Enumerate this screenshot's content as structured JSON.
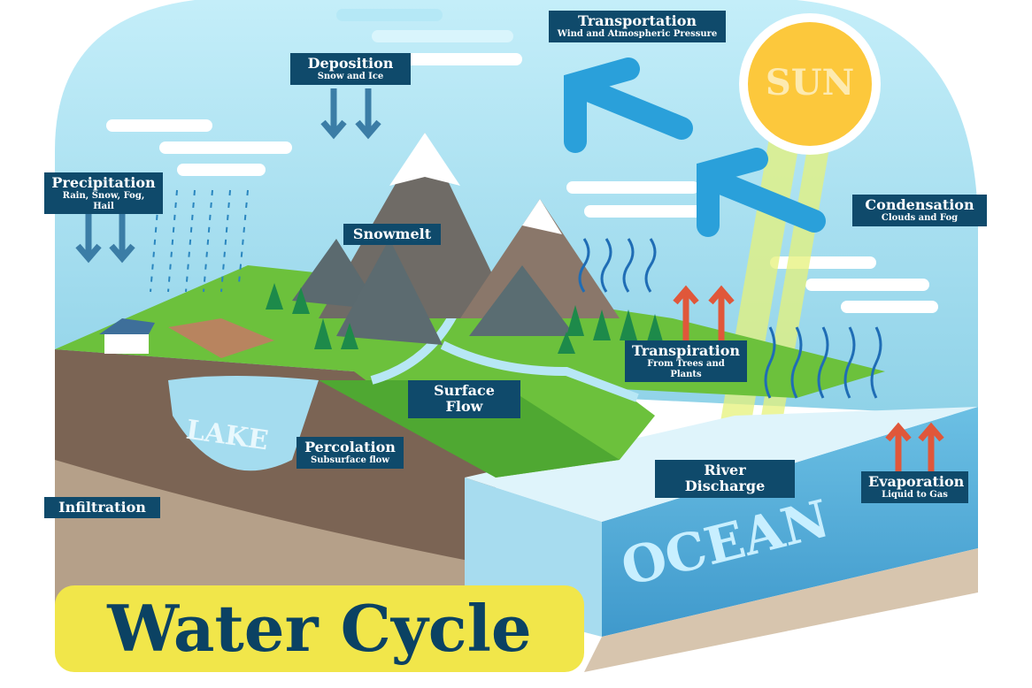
{
  "title": "Water Cycle",
  "sun": "SUN",
  "lake": "LAKE",
  "ocean": "OCEAN",
  "labels": {
    "transportation": {
      "title": "Transportation",
      "sub": "Wind and Atmospheric Pressure"
    },
    "deposition": {
      "title": "Deposition",
      "sub": "Snow and Ice"
    },
    "precipitation": {
      "title": "Precipitation",
      "sub": "Rain, Snow, Fog, Hail"
    },
    "snowmelt": {
      "title": "Snowmelt"
    },
    "condensation": {
      "title": "Condensation",
      "sub": "Clouds and Fog"
    },
    "transpiration": {
      "title": "Transpiration",
      "sub": "From Trees and Plants"
    },
    "surface_flow": {
      "title": "Surface Flow"
    },
    "percolation": {
      "title": "Percolation",
      "sub": "Subsurface flow"
    },
    "river_discharge": {
      "title": "River Discharge"
    },
    "evaporation": {
      "title": "Evaporation",
      "sub": "Liquid to Gas"
    },
    "infiltration": {
      "title": "Infiltration"
    }
  },
  "colors": {
    "label_bg": "#0f4a6b",
    "sky": "#a9e0f2",
    "sun": "#fcc83c",
    "title_bg": "#f1e64a",
    "ocean": "#5db3dd"
  }
}
